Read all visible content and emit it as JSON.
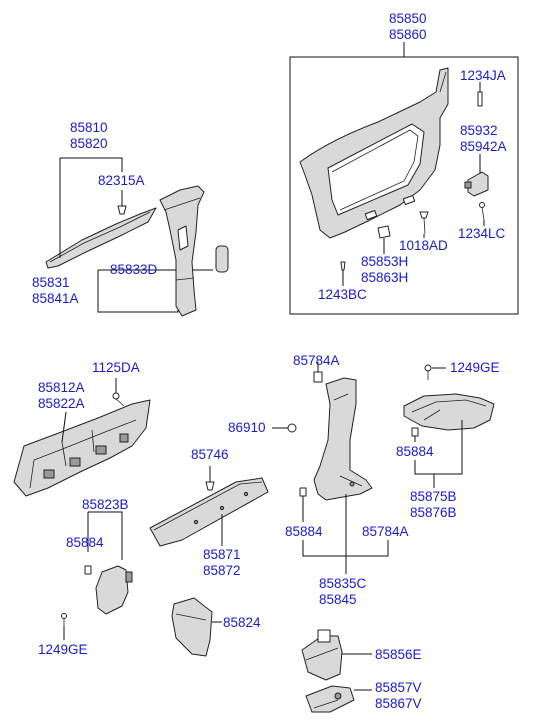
{
  "colors": {
    "label": "#1a1ad6",
    "line": "#111111",
    "part_fill": "#d9d9d9"
  },
  "labels": {
    "l85850": "85850",
    "l85860": "85860",
    "l1234JA": "1234JA",
    "l85932": "85932",
    "l85942A": "85942A",
    "l1018AD": "1018AD",
    "l1234LC": "1234LC",
    "l85853H": "85853H",
    "l85863H": "85863H",
    "l1243BC": "1243BC",
    "l85810": "85810",
    "l85820": "85820",
    "l82315A": "82315A",
    "l85833D": "85833D",
    "l85831": "85831",
    "l85841A": "85841A",
    "l1125DA": "1125DA",
    "l85812A": "85812A",
    "l85822A": "85822A",
    "l85823B": "85823B",
    "l85884a": "85884",
    "l1249GEa": "1249GE",
    "l85746": "85746",
    "l85871": "85871",
    "l85872": "85872",
    "l85824": "85824",
    "l85784Aa": "85784A",
    "l86910": "86910",
    "l85884b": "85884",
    "l85784Ab": "85784A",
    "l85835C": "85835C",
    "l85845": "85845",
    "l1249GEb": "1249GE",
    "l85884c": "85884",
    "l85875B": "85875B",
    "l85876B": "85876B",
    "l85856E": "85856E",
    "l85857V": "85857V",
    "l85867V": "85867V"
  }
}
